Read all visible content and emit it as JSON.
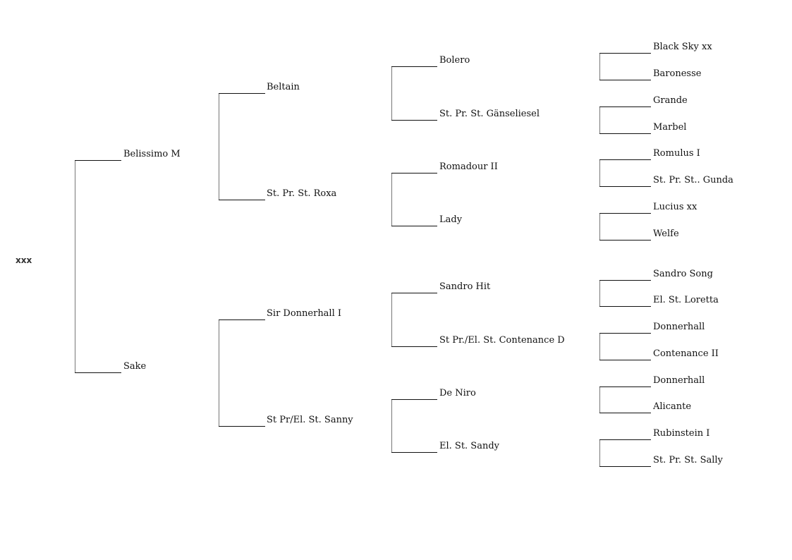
{
  "subject": "xxx",
  "generations": [
    [
      "Belissimo M",
      "Sake"
    ],
    [
      "Beltain",
      "St. Pr. St. Roxa",
      "Sir Donnerhall I",
      "St Pr/El. St. Sanny"
    ],
    [
      "Bolero",
      "St. Pr. St. Gänseliesel",
      "Romadour II",
      "Lady",
      "Sandro Hit",
      "St Pr./El. St. Contenance D",
      "De Niro",
      "El. St. Sandy"
    ],
    [
      "Black Sky xx",
      "Baronesse",
      "Grande",
      "Marbel",
      "Romulus I",
      "St. Pr. St.. Gunda",
      "Lucius xx",
      "Welfe",
      "Sandro Song",
      "El. St. Loretta",
      "Donnerhall",
      "Contenance II",
      "Donnerhall",
      "Alicante",
      "Rubinstein I",
      "St. Pr. St. Sally"
    ]
  ]
}
